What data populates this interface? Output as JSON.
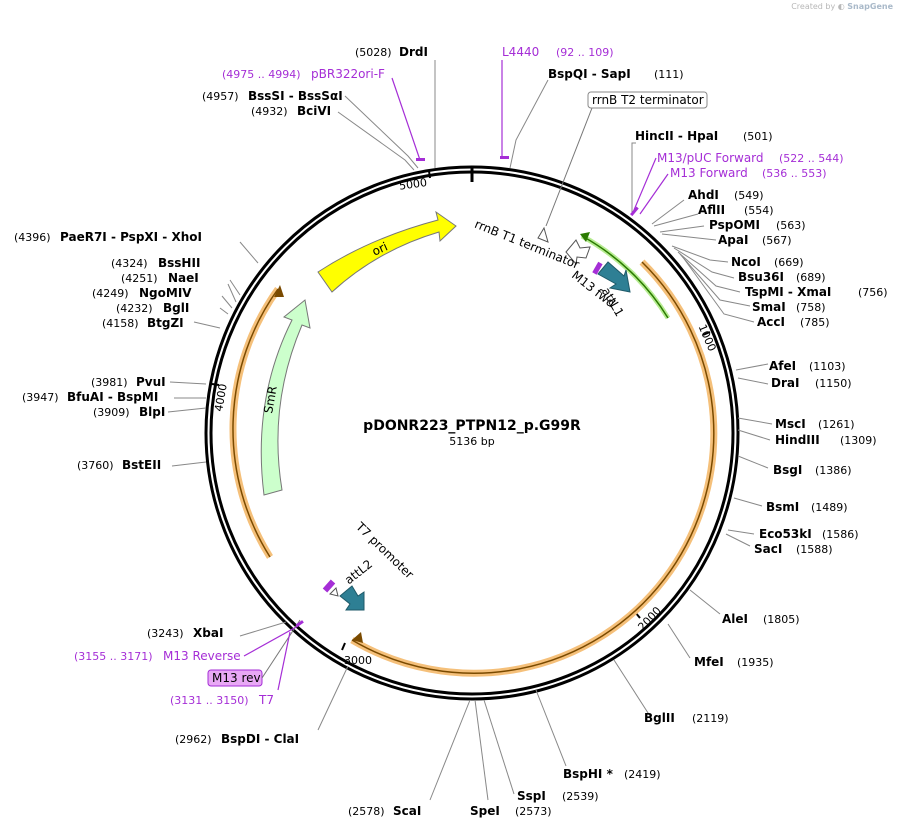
{
  "credit": {
    "prefix": "Created by",
    "brand": "SnapGene"
  },
  "plasmid": {
    "name": "pDONR223_PTPN12_p.G99R",
    "size_label": "5136 bp",
    "length": 5136
  },
  "ticks": [
    "1000",
    "2000",
    "3000",
    "4000",
    "5000"
  ],
  "enzymes": [
    {
      "name": "DrdI",
      "pos": "(5028)"
    },
    {
      "name": "BspQI  - SapI",
      "pos": "(111)"
    },
    {
      "name": "BssSI  - BssSαI",
      "pos": "(4957)"
    },
    {
      "name": "BciVI",
      "pos": "(4932)"
    },
    {
      "name": "HincII  - HpaI",
      "pos": "(501)"
    },
    {
      "name": "AhdI",
      "pos": "(549)"
    },
    {
      "name": "AflII",
      "pos": "(554)"
    },
    {
      "name": "PspOMI",
      "pos": "(563)"
    },
    {
      "name": "ApaI",
      "pos": "(567)"
    },
    {
      "name": "PaeR7I  - PspXI  - XhoI",
      "pos": "(4396)"
    },
    {
      "name": "NcoI",
      "pos": "(669)"
    },
    {
      "name": "Bsu36I",
      "pos": "(689)"
    },
    {
      "name": "TspMI  - XmaI",
      "pos": "(756)"
    },
    {
      "name": "SmaI",
      "pos": "(758)"
    },
    {
      "name": "AccI",
      "pos": "(785)"
    },
    {
      "name": "BssHII",
      "pos": "(4324)"
    },
    {
      "name": "NaeI",
      "pos": "(4251)"
    },
    {
      "name": "NgoMIV",
      "pos": "(4249)"
    },
    {
      "name": "BglI",
      "pos": "(4232)"
    },
    {
      "name": "BtgZI",
      "pos": "(4158)"
    },
    {
      "name": "AfeI",
      "pos": "(1103)"
    },
    {
      "name": "DraI",
      "pos": "(1150)"
    },
    {
      "name": "PvuI",
      "pos": "(3981)"
    },
    {
      "name": "BfuAI  - BspMI",
      "pos": "(3947)"
    },
    {
      "name": "BlpI",
      "pos": "(3909)"
    },
    {
      "name": "MscI",
      "pos": "(1261)"
    },
    {
      "name": "HindIII",
      "pos": "(1309)"
    },
    {
      "name": "BsgI",
      "pos": "(1386)"
    },
    {
      "name": "BstEII",
      "pos": "(3760)"
    },
    {
      "name": "BsmI",
      "pos": "(1489)"
    },
    {
      "name": "Eco53kI",
      "pos": "(1586)"
    },
    {
      "name": "SacI",
      "pos": "(1588)"
    },
    {
      "name": "AleI",
      "pos": "(1805)"
    },
    {
      "name": "XbaI",
      "pos": "(3243)"
    },
    {
      "name": "MfeI",
      "pos": "(1935)"
    },
    {
      "name": "BspDI  - ClaI",
      "pos": "(2962)"
    },
    {
      "name": "BglII",
      "pos": "(2119)"
    },
    {
      "name": "BspHI *",
      "pos": "(2419)"
    },
    {
      "name": "SspI",
      "pos": "(2539)"
    },
    {
      "name": "ScaI",
      "pos": "(2578)"
    },
    {
      "name": "SpeI",
      "pos": "(2573)"
    }
  ],
  "primers": [
    {
      "name": "L4440",
      "range": "(92 .. 109)"
    },
    {
      "name": "pBR322ori-F",
      "range": "(4975 .. 4994)"
    },
    {
      "name": "M13/pUC Forward",
      "range": "(522 .. 544)"
    },
    {
      "name": "M13 Forward",
      "range": "(536 .. 553)"
    },
    {
      "name": "M13 Reverse",
      "range": "(3155 .. 3171)"
    },
    {
      "name": "T7",
      "range": "(3131 .. 3150)"
    }
  ],
  "features": [
    {
      "name": "ori"
    },
    {
      "name": "SmR"
    },
    {
      "name": "rrnB T2 terminator"
    },
    {
      "name": "rrnB T1 terminator"
    },
    {
      "name": "attL1"
    },
    {
      "name": "M13 fwd"
    },
    {
      "name": "T7 promoter"
    },
    {
      "name": "attL2"
    },
    {
      "name": "M13 rev"
    }
  ],
  "colors": {
    "ori": "#ffff00",
    "smr": "#ccffcc",
    "insert": "#f5c07a",
    "att": "#2e7f94",
    "primer": "#a52ed6",
    "promoter_box": "#e8a8f5",
    "green_region": "#6bd12e"
  }
}
